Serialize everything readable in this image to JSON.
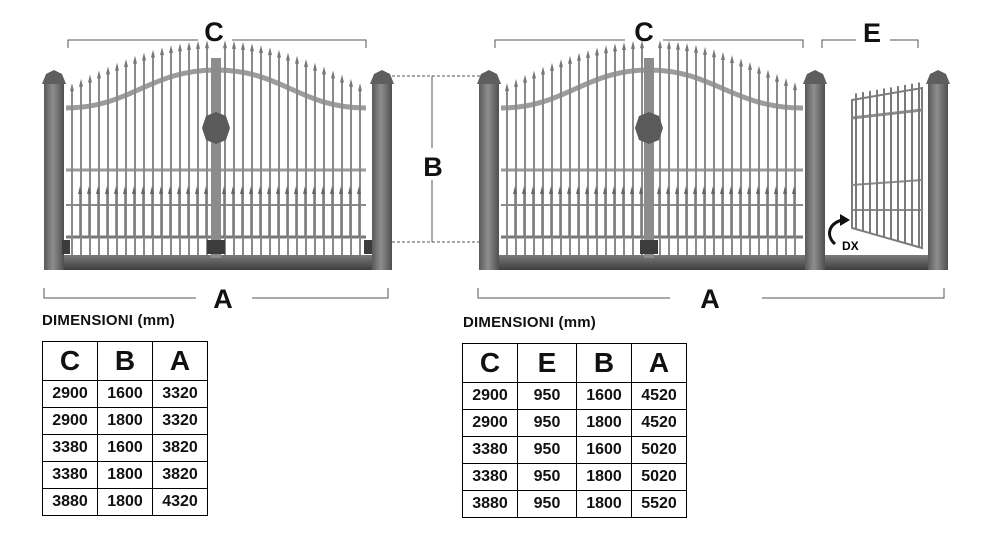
{
  "labels": {
    "c1": "C",
    "c2": "C",
    "e": "E",
    "b": "B",
    "a1": "A",
    "a2": "A",
    "dx": "DX"
  },
  "left_panel": {
    "title": "DIMENSIONI (mm)",
    "headers": [
      "C",
      "B",
      "A"
    ],
    "rows": [
      [
        "2900",
        "1600",
        "3320"
      ],
      [
        "2900",
        "1800",
        "3320"
      ],
      [
        "3380",
        "1600",
        "3820"
      ],
      [
        "3380",
        "1800",
        "3820"
      ],
      [
        "3880",
        "1800",
        "4320"
      ]
    ]
  },
  "right_panel": {
    "title": "DIMENSIONI (mm)",
    "headers": [
      "C",
      "E",
      "B",
      "A"
    ],
    "rows": [
      [
        "2900",
        "950",
        "1600",
        "4520"
      ],
      [
        "2900",
        "950",
        "1800",
        "4520"
      ],
      [
        "3380",
        "950",
        "1600",
        "5020"
      ],
      [
        "3380",
        "950",
        "1800",
        "5020"
      ],
      [
        "3880",
        "950",
        "1800",
        "5520"
      ]
    ]
  },
  "colors": {
    "post": "#6f6f6f",
    "rail": "#9a9a9a",
    "bar": "#888888",
    "line": "#444444"
  }
}
